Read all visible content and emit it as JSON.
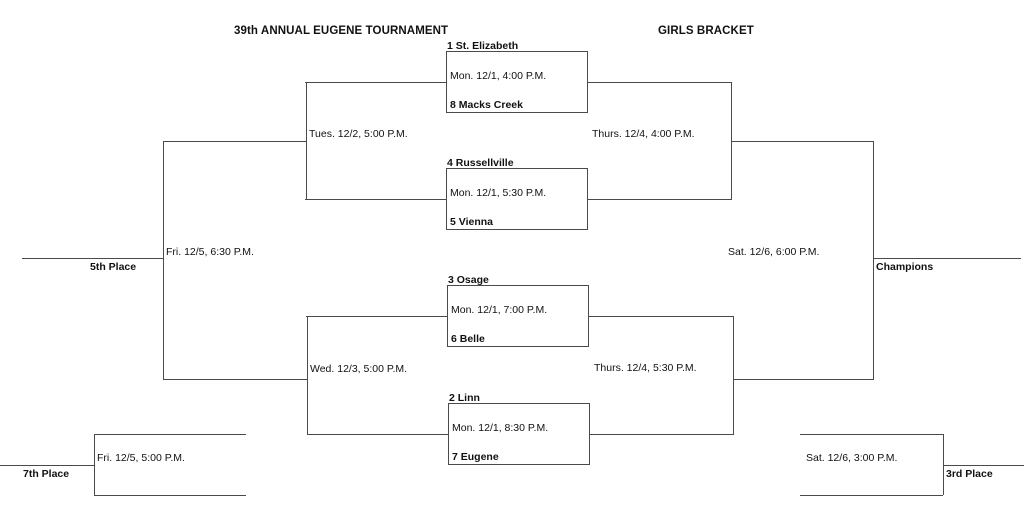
{
  "header": {
    "tournament_title": "39th ANNUAL EUGENE TOURNAMENT",
    "division_title": "GIRLS BRACKET"
  },
  "round1": [
    {
      "id": "game-1",
      "top_team": "1 St. Elizabeth",
      "bottom_team": "8 Macks Creek",
      "time": "Mon. 12/1, 4:00 P.M."
    },
    {
      "id": "game-2",
      "top_team": "4 Russellville",
      "bottom_team": "5 Vienna",
      "time": "Mon. 12/1, 5:30 P.M."
    },
    {
      "id": "game-3",
      "top_team": "3 Osage",
      "bottom_team": "6 Belle",
      "time": "Mon. 12/1, 7:00 P.M."
    },
    {
      "id": "game-4",
      "top_team": "2 Linn",
      "bottom_team": "7 Eugene",
      "time": "Mon. 12/1, 8:30 P.M."
    }
  ],
  "semifinals": [
    {
      "id": "semi-upper",
      "time": "Thurs. 12/4, 4:00 P.M."
    },
    {
      "id": "semi-lower",
      "time": "Thurs. 12/4, 5:30 P.M."
    }
  ],
  "final": {
    "id": "championship",
    "time": "Sat. 12/6, 6:00 P.M.",
    "label": "Champions"
  },
  "third_place": {
    "id": "third-place",
    "time": "Sat. 12/6, 3:00 P.M.",
    "label": "3rd Place"
  },
  "consolation": {
    "upper": {
      "id": "consolation-upper",
      "time": "Tues. 12/2, 5:00 P.M."
    },
    "lower": {
      "id": "consolation-lower",
      "time": "Wed. 12/3, 5:00 P.M."
    },
    "fifth": {
      "id": "fifth-place",
      "time": "Fri. 12/5, 6:30 P.M.",
      "label": "5th Place"
    },
    "seventh": {
      "id": "seventh-place",
      "time": "Fri. 12/5, 5:00 P.M.",
      "label": "7th Place"
    }
  },
  "colors": {
    "line": "#4a4a4a",
    "text": "#111111",
    "background": "#ffffff"
  }
}
